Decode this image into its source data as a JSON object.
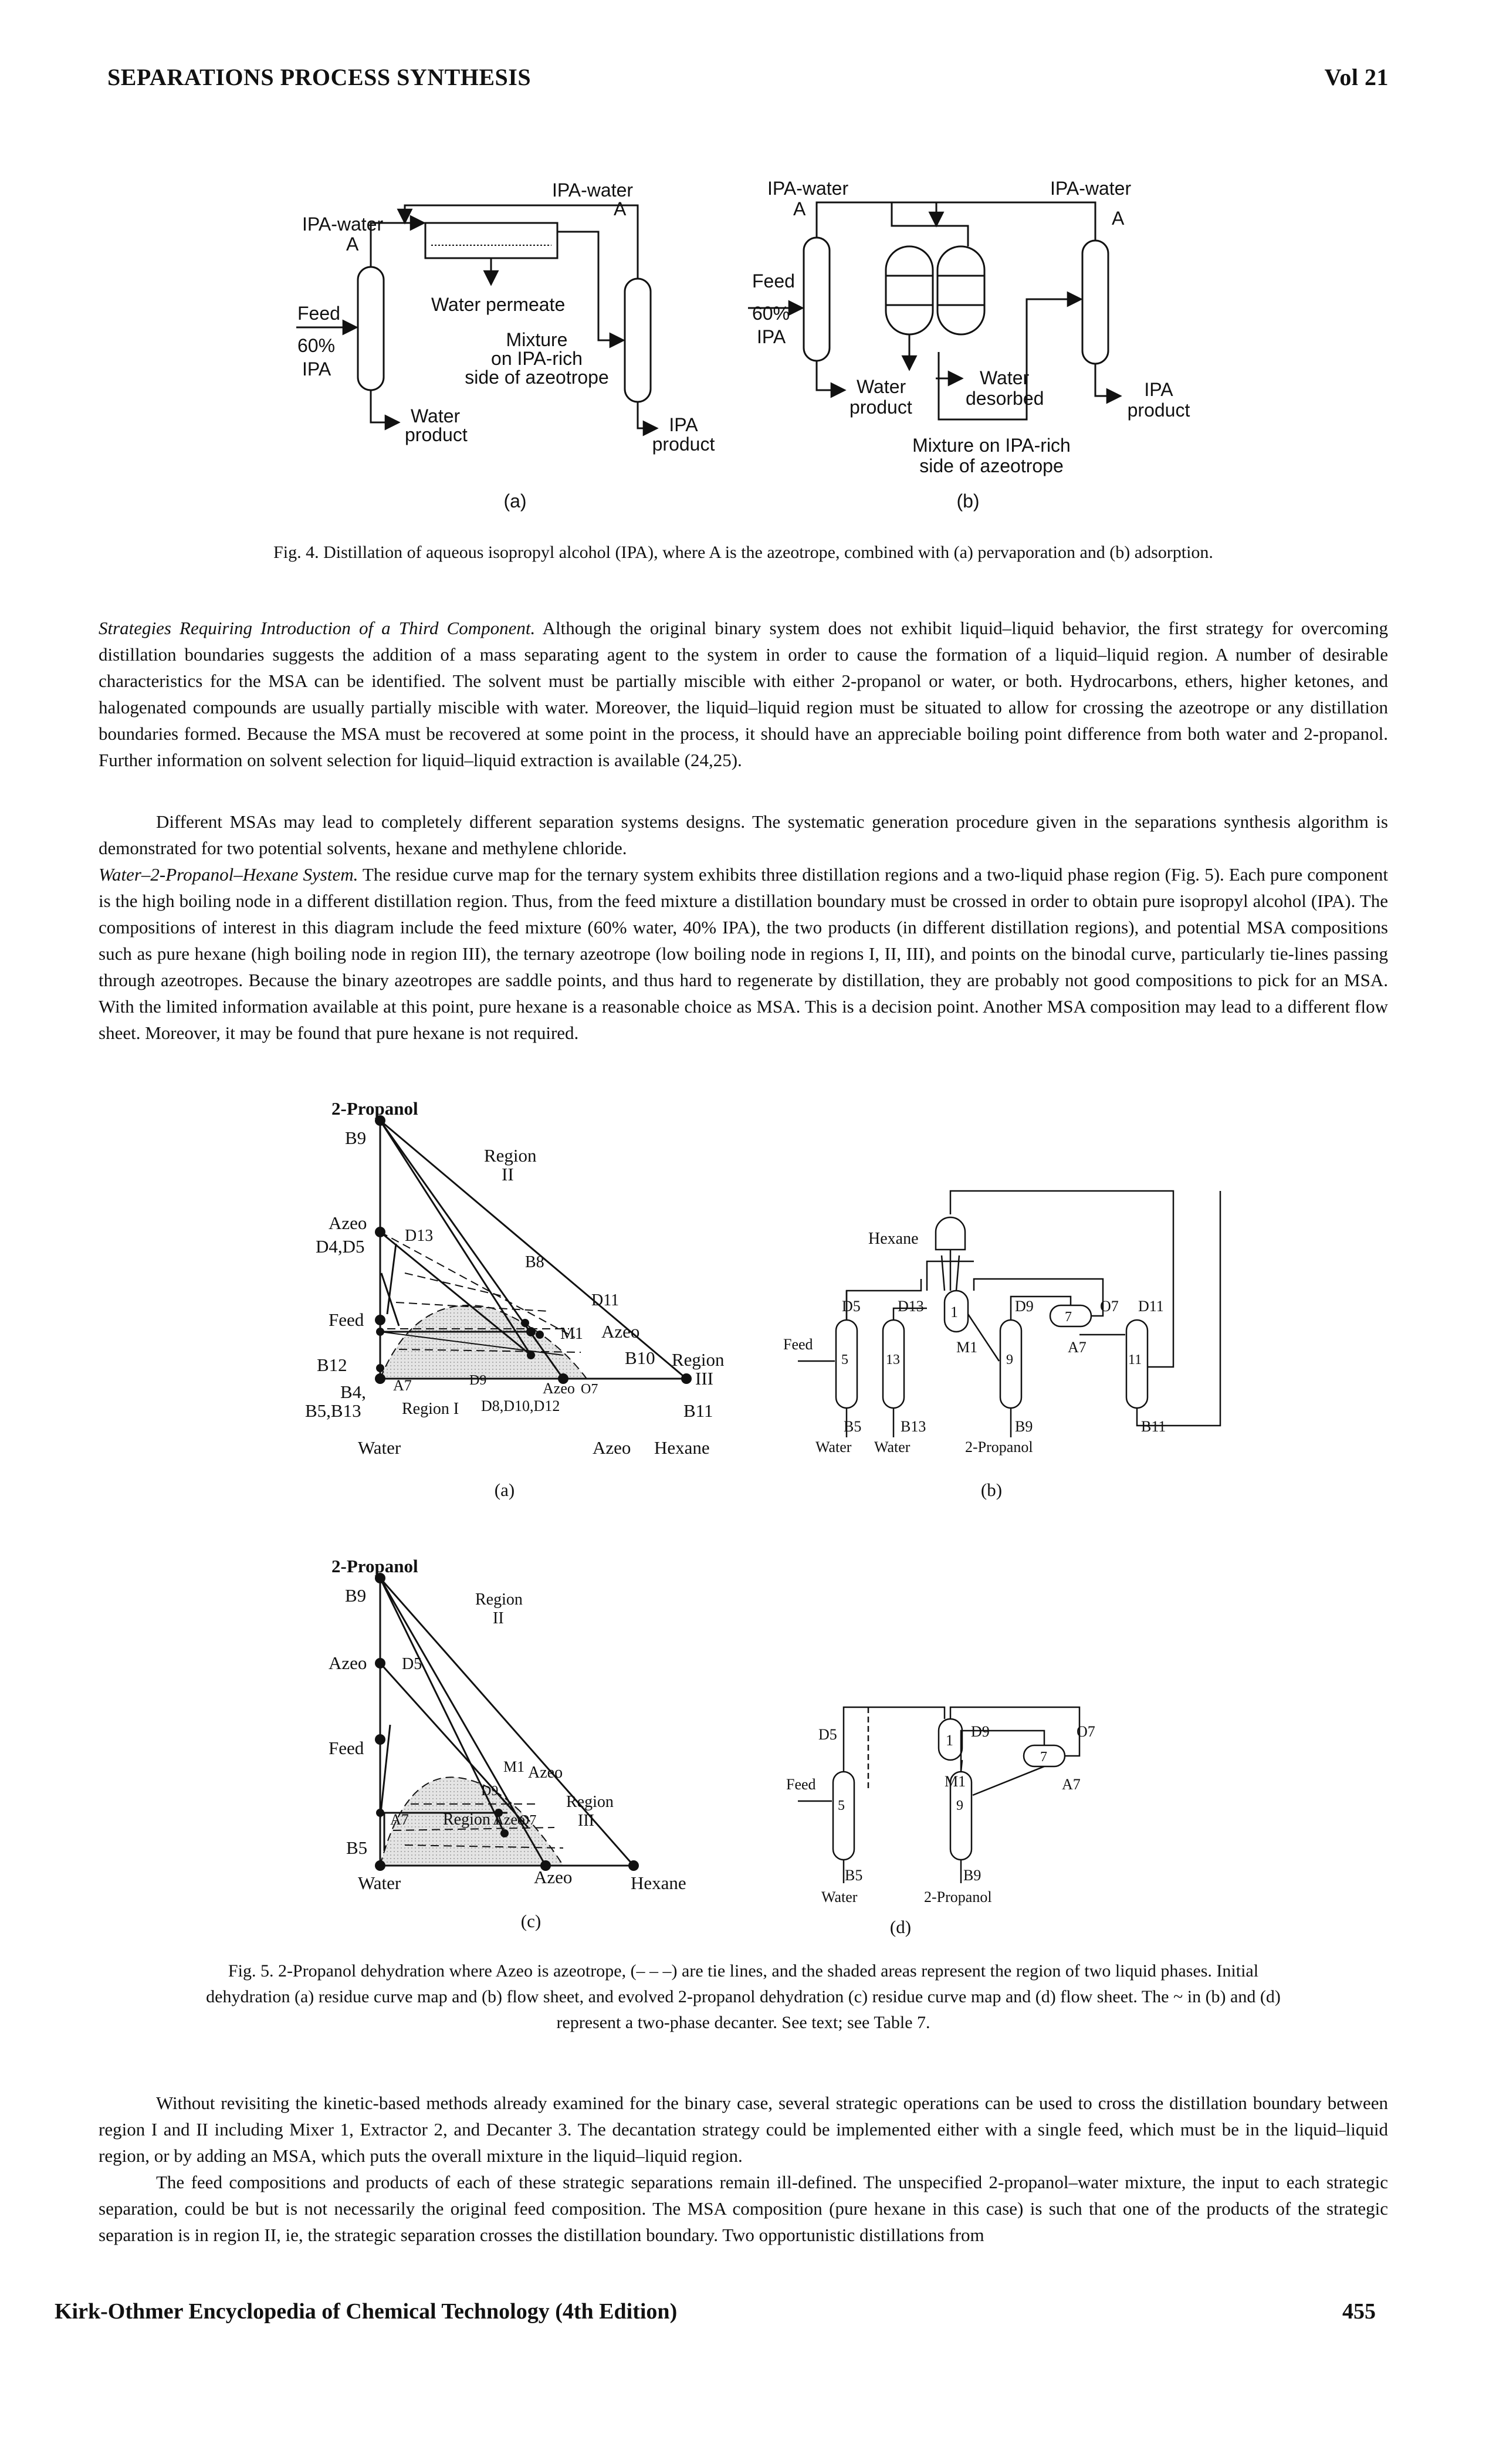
{
  "header": {
    "title": "SEPARATIONS PROCESS SYNTHESIS",
    "volume": "Vol 21"
  },
  "fig4": {
    "a": {
      "ipa_water_top": "IPA-water",
      "a_top": "A",
      "ipa_water_left": "IPA-water",
      "a_left": "A",
      "feed": "Feed",
      "pct": "60%",
      "ipa": "IPA",
      "water_permeate": "Water permeate",
      "mixture1": "Mixture",
      "mixture2": "on IPA-rich",
      "mixture3": "side of azeotrope",
      "water_product1": "Water",
      "water_product2": "product",
      "ipa_product1": "IPA",
      "ipa_product2": "product",
      "panel": "(a)"
    },
    "b": {
      "ipa_water_left": "IPA-water",
      "a_left": "A",
      "ipa_water_right": "IPA-water",
      "a_right": "A",
      "feed": "Feed",
      "pct": "60%",
      "ipa": "IPA",
      "water_product1": "Water",
      "water_product2": "product",
      "water_desorbed1": "Water",
      "water_desorbed2": "desorbed",
      "mixture1": "Mixture on IPA-rich",
      "mixture2": "side of azeotrope",
      "ipa_product1": "IPA",
      "ipa_product2": "product",
      "panel": "(b)"
    },
    "caption": "Fig. 4. Distillation of aqueous isopropyl alcohol (IPA), where A is the azeotrope, combined with (a) pervaporation and (b) adsorption."
  },
  "para1": {
    "heading": "Strategies Requiring Introduction of a Third Component.",
    "text": " Although the original binary system does not exhibit liquid–liquid behavior, the first strategy for overcoming distillation boundaries suggests the addition of a mass separating agent to the system in order to cause the formation of a liquid–liquid region. A number of desirable characteristics for the MSA can be identified. The solvent must be partially miscible with either 2-propanol or water, or both. Hydrocarbons, ethers, higher ketones, and halogenated compounds are usually partially miscible with water. Moreover, the liquid–liquid region must be situated to allow for crossing the azeotrope or any distillation boundaries formed. Because the MSA must be recovered at some point in the process, it should have an appreciable boiling point difference from both water and 2-propanol. Further information on solvent selection for liquid–liquid extraction is available (24,25)."
  },
  "para2": {
    "text": "Different MSAs may lead to completely different separation systems designs. The systematic generation procedure given in the separations synthesis algorithm is demonstrated for two potential solvents, hexane and methylene chloride."
  },
  "para3": {
    "heading": "Water–2-Propanol–Hexane System.",
    "text": " The residue curve map for the ternary system exhibits three distillation regions and a two-liquid phase region (Fig. 5). Each pure component is the high boiling node in a different distillation region. Thus, from the feed mixture a distillation boundary must be crossed in order to obtain pure isopropyl alcohol (IPA). The compositions of interest in this diagram include the feed mixture (60% water, 40% IPA), the two products (in different distillation regions), and potential MSA compositions such as pure hexane (high boiling node in region III), the ternary azeotrope (low boiling node in regions I, II, III), and points on the binodal curve, particularly tie-lines passing through azeotropes. Because the binary azeotropes are saddle points, and thus hard to regenerate by distillation, they are probably not good compositions to pick for an MSA. With the limited information available at this point, pure hexane is a reasonable choice as MSA. This is a decision point. Another MSA composition may lead to a different flow sheet. Moreover, it may be found that pure hexane is not required."
  },
  "fig5": {
    "a": {
      "propanol": "2-Propanol",
      "b9": "B9",
      "region2a": "Region",
      "region2b": "II",
      "azeo_left": "Azeo",
      "d4d5": "D4,D5",
      "d13": "D13",
      "b8": "B8",
      "d11": "D11",
      "feed": "Feed",
      "m1": "M1",
      "azeo_mid": "Azeo",
      "b10": "B10",
      "region3a": "Region",
      "region3b": "III",
      "b12": "B12",
      "a7": "A7",
      "d9": "D9",
      "azeo_o7": "Azeo",
      "o7": "O7",
      "b4": "B4,",
      "b5b13": "B5,B13",
      "region1": "Region I",
      "d8": "D8,D10,D12",
      "b11": "B11",
      "water": "Water",
      "azeo_bottom": "Azeo",
      "hexane": "Hexane",
      "panel": "(a)"
    },
    "b": {
      "hexane": "Hexane",
      "d5": "D5",
      "d13": "D13",
      "d9": "D9",
      "o7": "O7",
      "d11": "D11",
      "feed": "Feed",
      "c5": "5",
      "c13": "13",
      "m1": "M1",
      "c9": "9",
      "a7": "A7",
      "c11": "11",
      "c1": "1",
      "c7": "7",
      "b5": "B5",
      "b13": "B13",
      "b9": "B9",
      "b11": "B11",
      "water1": "Water",
      "water2": "Water",
      "propanol": "2-Propanol",
      "panel": "(b)"
    },
    "c": {
      "propanol": "2-Propanol",
      "b9": "B9",
      "region2a": "Region",
      "region2b": "II",
      "azeo_left": "Azeo",
      "d5": "D5",
      "feed": "Feed",
      "m1": "M1",
      "azeo_mid": "Azeo",
      "d9": "D9",
      "region3a": "Region",
      "region3b": "III",
      "a7": "A7",
      "region1": "Region I",
      "azeo_o7": "Azeo",
      "o7": "O7",
      "b5": "B5",
      "water": "Water",
      "azeo_bottom": "Azeo",
      "hexane": "Hexane",
      "panel": "(c)"
    },
    "d": {
      "d5": "D5",
      "d9": "D9",
      "o7": "O7",
      "feed": "Feed",
      "c1": "1",
      "c5": "5",
      "m1": "M1",
      "c9": "9",
      "c7": "7",
      "a7": "A7",
      "b5": "B5",
      "b9": "B9",
      "water": "Water",
      "propanol": "2-Propanol",
      "panel": "(d)"
    },
    "caption1": "Fig. 5. 2-Propanol dehydration where Azeo is azeotrope, (– – –) are tie lines, and the shaded areas represent the region of two liquid phases. Initial",
    "caption2": "dehydration (a) residue curve map and (b) flow sheet, and evolved 2-propanol dehydration (c) residue curve map and (d) flow sheet. The ~ in (b) and (d)",
    "caption3": "represent a two-phase decanter. See text; see Table 7."
  },
  "para4": {
    "text": "Without revisiting the kinetic-based methods already examined for the binary case, several strategic operations can be used to cross the distillation boundary between region I and II including Mixer 1, Extractor 2, and Decanter 3. The decantation strategy could be implemented either with a single feed, which must be in the liquid–liquid region, or by adding an MSA, which puts the overall mixture in the liquid–liquid region."
  },
  "para5": {
    "text": "The feed compositions and products of each of these strategic separations remain ill-defined. The unspecified 2-propanol–water mixture, the input to each strategic separation, could be but is not necessarily the original feed composition. The MSA composition (pure hexane in this case) is such that one of the products of the strategic separation is in region II, ie, the strategic separation crosses the distillation boundary. Two opportunistic distillations from"
  },
  "footer": {
    "title": "Kirk-Othmer Encyclopedia of Chemical Technology (4th Edition)",
    "page": "455"
  }
}
